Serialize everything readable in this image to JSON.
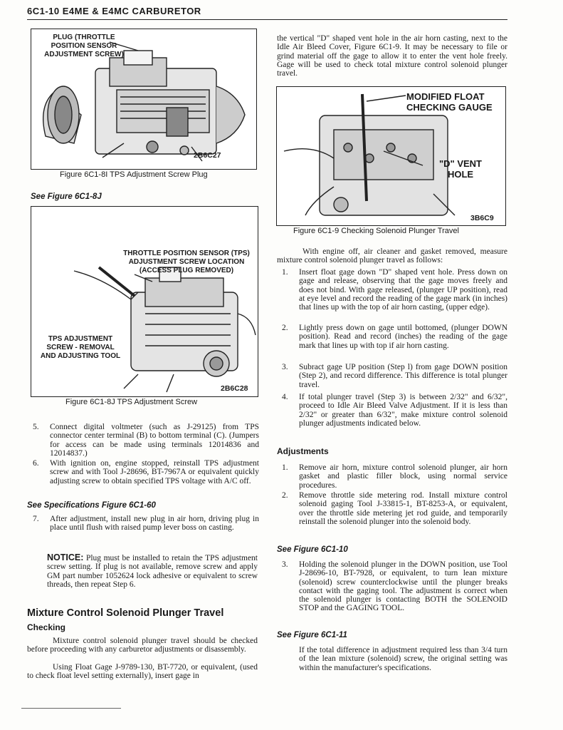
{
  "header": {
    "title": "6C1-10 E4ME & E4MC CARBURETOR"
  },
  "figures": {
    "f81": {
      "callout": "PLUG (THROTTLE\nPOSITION SENSOR\nADJUSTMENT SCREW)",
      "code": "2B6C27",
      "caption": "Figure 6C1-8I TPS Adjustment Screw Plug"
    },
    "f8j": {
      "callout_top": "THROTTLE POSITION SENSOR (TPS)\nADJUSTMENT SCREW LOCATION\n(ACCESS PLUG REMOVED)",
      "callout_left": "TPS ADJUSTMENT\nSCREW - REMOVAL\nAND ADJUSTING TOOL",
      "code": "2B6C28",
      "caption": "Figure 6C1-8J TPS Adjustment Screw"
    },
    "f9": {
      "callout_top": "MODIFIED FLOAT\nCHECKING GAUGE",
      "callout_right": "\"D\" VENT\nHOLE",
      "code": "3B6C9",
      "caption": "Figure 6C1-9 Checking Solenoid Plunger Travel"
    }
  },
  "left": {
    "see_fig_8j": "See Figure 6C1-8J",
    "step5": {
      "num": "5.",
      "text": "Connect digital voltmeter (such as J-29125) from TPS connector center terminal (B) to bottom terminal (C). (Jumpers for access can be made using terminals 12014836 and 12014837.)"
    },
    "step6": {
      "num": "6.",
      "text": "With ignition on, engine stopped, reinstall TPS adjustment screw and with Tool J-28696, BT-7967A or equivalent quickly adjusting screw to obtain specified TPS voltage with A/C off."
    },
    "see_specs": "See Specifications Figure 6C1-60",
    "step7": {
      "num": "7.",
      "text": "After adjustment, install new plug in air horn, driving plug in place until flush with raised pump lever boss on casting."
    },
    "notice_label": "NOTICE:",
    "notice_text": " Plug must be installed to retain the TPS adjustment screw setting. If plug is not available, remove screw and apply GM part number 1052624 lock adhesive or equivalent to screw threads, then repeat Step 6.",
    "section_title": "Mixture Control Solenoid Plunger Travel",
    "subsection_title": "Checking",
    "para1": "Mixture control solenoid plunger travel should be checked before proceeding with any carburetor adjustments or disassembly.",
    "para2": "Using Float Gage J-9789-130, BT-7720, or equivalent, (used to check float level setting externally), insert gage in"
  },
  "right": {
    "intro": "the vertical \"D\" shaped vent hole in the air horn casting, next to the Idle Air Bleed Cover, Figure 6C1-9. It may be necessary to file or grind material off the gage to allow it to enter the vent hole freely. Gage will be used to check total mixture control solenoid plunger travel.",
    "measure": "With engine off, air cleaner and gasket removed, measure mixture control solenoid plunger travel as follows:",
    "steps": [
      {
        "num": "1.",
        "text": "Insert float gage down \"D\" shaped vent hole. Press down on gage and release, observing that the gage moves freely and does not bind. With gage released, (plunger UP position), read at eye level and record the reading of the gage mark (in inches) that lines up with the top of air horn casting, (upper edge)."
      },
      {
        "num": "2.",
        "text": "Lightly press down on gage until bottomed, (plunger DOWN position). Read and record (inches) the reading of the gage mark that lines up with top if air horn casting."
      },
      {
        "num": "3.",
        "text": "Subract gage UP position (Step l) from gage DOWN position (Step 2), and record difference. This difference is total plunger travel."
      },
      {
        "num": "4.",
        "text": "If total plunger travel (Step 3) is between 2/32\" and 6/32\", proceed to Idle Air Bleed Valve Adjustment. If it is less than 2/32\" or greater than 6/32\", make mixture control solenoid plunger adjustments indicated below."
      }
    ],
    "adjustments_title": "Adjustments",
    "adj_steps": [
      {
        "num": "1.",
        "text": "Remove air horn, mixture control solenoid plunger, air horn gasket and plastic filler block, using normal service procedures."
      },
      {
        "num": "2.",
        "text": "Remove throttle side metering rod. Install mixture control solenoid gaging Tool J-33815-1, BT-8253-A, or equivalent, over the throttle side metering jet rod guide, and temporarily reinstall the solenoid plunger into the solenoid body."
      }
    ],
    "see_fig_10": "See Figure 6C1-10",
    "step3b": {
      "num": "3.",
      "text": "Holding the solenoid plunger in the DOWN position, use Tool J-28696-10, BT-7928, or equivalent, to turn lean mixture (solenoid) screw counterclockwise until the plunger breaks contact with the gaging tool. The adjustment is correct when the solenoid plunger is contacting BOTH the SOLENOID STOP and the GAGING TOOL."
    },
    "see_fig_11": "See Figure 6C1-11",
    "final": "If the total difference in adjustment required less than 3/4 turn of the lean mixture (solenoid) screw, the original setting was within the manufacturer's specifications."
  }
}
